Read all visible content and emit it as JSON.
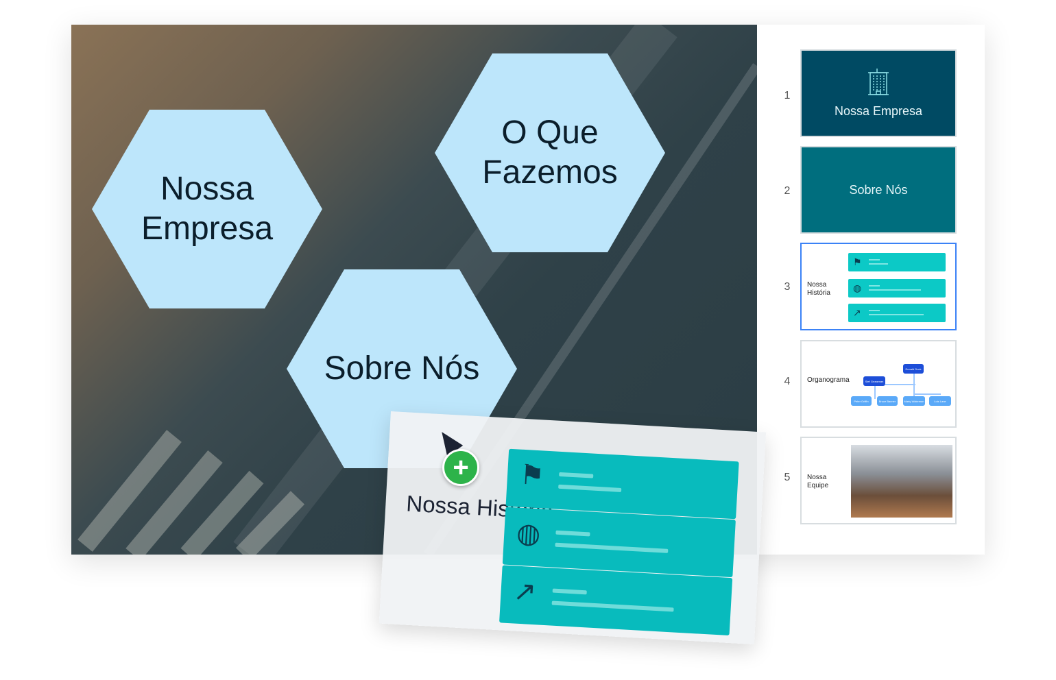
{
  "canvas": {
    "hexagons": [
      "Nossa Empresa",
      "O Que Fazemos",
      "Sobre Nós"
    ]
  },
  "card": {
    "title": "Nossa História",
    "rows": [
      {
        "icon": "flag-icon"
      },
      {
        "icon": "globe-icon"
      },
      {
        "icon": "chart-line-icon"
      }
    ]
  },
  "slides": [
    {
      "number": "1",
      "title": "Nossa Empresa",
      "icon": "building-icon",
      "bg": "#004a63"
    },
    {
      "number": "2",
      "title": "Sobre Nós",
      "bg": "#006e7e"
    },
    {
      "number": "3",
      "title": "Nossa História",
      "selected": true
    },
    {
      "number": "4",
      "title": "Organograma",
      "org": [
        "Donald Duck",
        "Stef Grossman",
        "Peter Griffin",
        "Bruce Banner",
        "Marty Wakeman",
        "Lois Lane"
      ]
    },
    {
      "number": "5",
      "title": "Nossa Equipe"
    }
  ],
  "colors": {
    "hexagon": "#bde6fb",
    "accent": "#0cc9c6",
    "selection": "#3b82f6",
    "add": "#2db34a"
  }
}
